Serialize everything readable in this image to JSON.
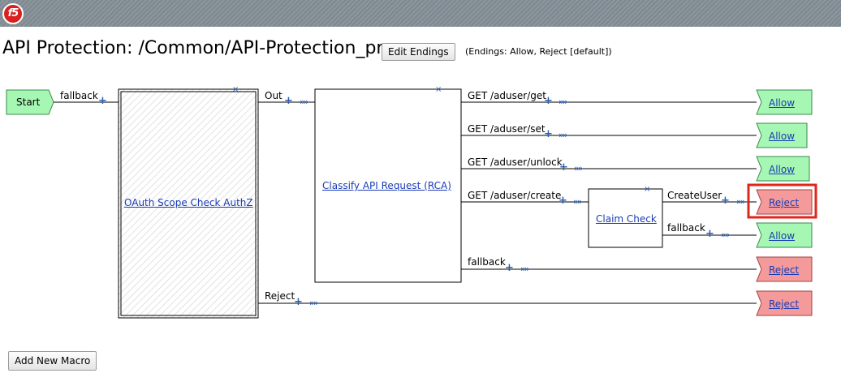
{
  "app": {
    "logo_text": "f5",
    "brand_color": "#d9211f"
  },
  "header": {
    "title": "API Protection: /Common/API-Protection_prp",
    "edit_endings_label": "Edit Endings",
    "endings_note": "(Endings: Allow, Reject [default])"
  },
  "flow": {
    "start_label": "Start",
    "start_branch": "fallback",
    "macro1": {
      "name": "OAuth Scope Check AuthZ",
      "branches": [
        "Out",
        "Reject"
      ]
    },
    "macro2": {
      "name": "Classify API Request (RCA)",
      "branches": [
        "GET /aduser/get",
        "GET /aduser/set",
        "GET /aduser/unlock",
        "GET /aduser/create",
        "fallback"
      ]
    },
    "macro3": {
      "name": "Claim Check",
      "branches": [
        "CreateUser",
        "fallback"
      ]
    },
    "endings": {
      "allow": "Allow",
      "reject": "Reject",
      "allow_color": "#a6f7b4",
      "reject_color": "#f49a9a",
      "highlight_color": "#e0251b"
    }
  },
  "footer": {
    "add_macro_label": "Add New Macro"
  }
}
